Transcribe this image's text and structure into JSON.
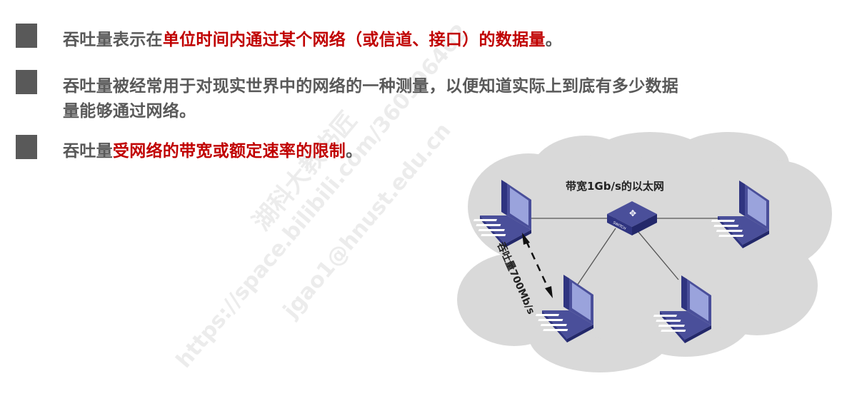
{
  "bullets": [
    {
      "prefix": "吞吐量表示在",
      "highlight": "单位时间内通过某个网络（或信道、接口）的数据量",
      "suffix": "。"
    },
    {
      "line1": "吞吐量被经常用于对现实世界中的网络的一种测量，以便知道实际上到底有多少数据",
      "line2": "量能够通过网络。"
    },
    {
      "prefix": "吞吐量",
      "highlight": "受网络的带宽或额定速率的限制",
      "suffix": "。"
    }
  ],
  "diagram": {
    "network_label": "带宽1Gb/s的以太网",
    "throughput_label": "吞吐量700Mb/s",
    "switch_label": "SWITCH"
  },
  "watermark": [
    "湖科大教书匠",
    "https://space.bilibili.com/360996402",
    "jgao1@hnust.edu.cn"
  ],
  "colors": {
    "text": "#595959",
    "highlight": "#c00000",
    "cloud": "#d9d9d9",
    "device": "#4a4f9a"
  }
}
